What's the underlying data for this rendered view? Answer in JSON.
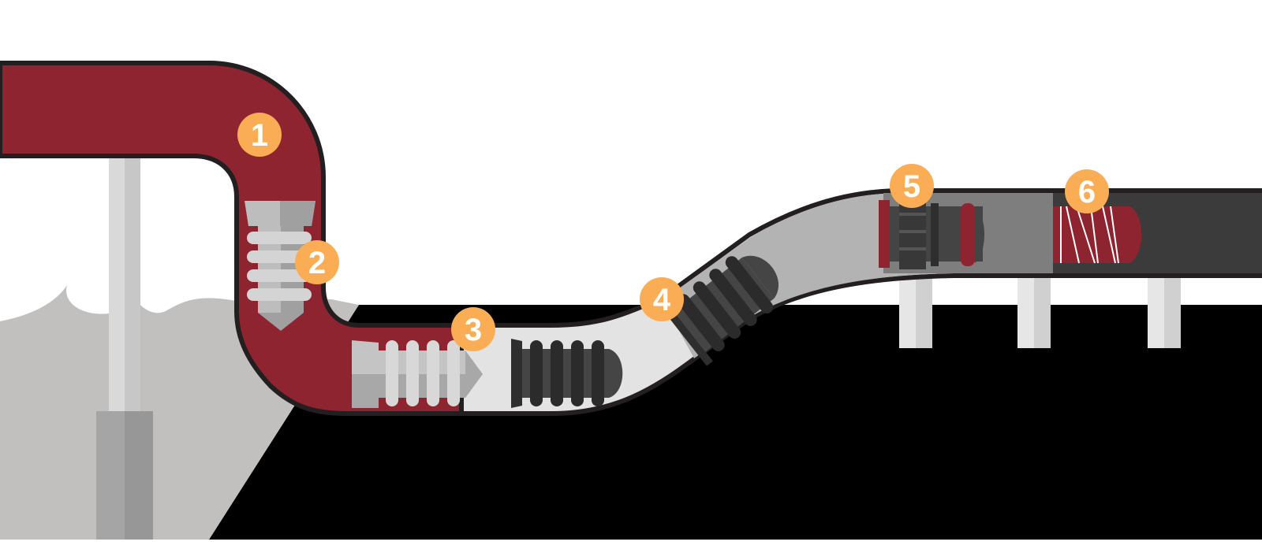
{
  "colors": {
    "pipe_red": "#8f2431",
    "pipe_outline": "#231f20",
    "pipe_light": "#e3e3e3",
    "pipe_mid": "#b3b3b3",
    "pipe_dark": "#3b3b3b",
    "ground": "#000000",
    "water": "#c2bfbf",
    "support": "#d9d9d9",
    "badge": "#fbad55",
    "plug_metal": "#b5b5b5",
    "plug_rubber": "#2e2e2e"
  },
  "badges": [
    {
      "label": "1",
      "icon": "numbered-marker"
    },
    {
      "label": "2",
      "icon": "numbered-marker"
    },
    {
      "label": "3",
      "icon": "numbered-marker"
    },
    {
      "label": "4",
      "icon": "numbered-marker"
    },
    {
      "label": "5",
      "icon": "numbered-marker"
    },
    {
      "label": "6",
      "icon": "numbered-marker"
    }
  ],
  "icons": {
    "plug_2": "threaded-metal-plug-icon",
    "plug_3a": "threaded-metal-plug-icon",
    "plug_3b": "rubber-plug-icon",
    "plug_4": "rubber-plug-icon",
    "plug_5": "flanged-rubber-plug-icon",
    "plug_6": "wrapped-sleeve-icon"
  }
}
